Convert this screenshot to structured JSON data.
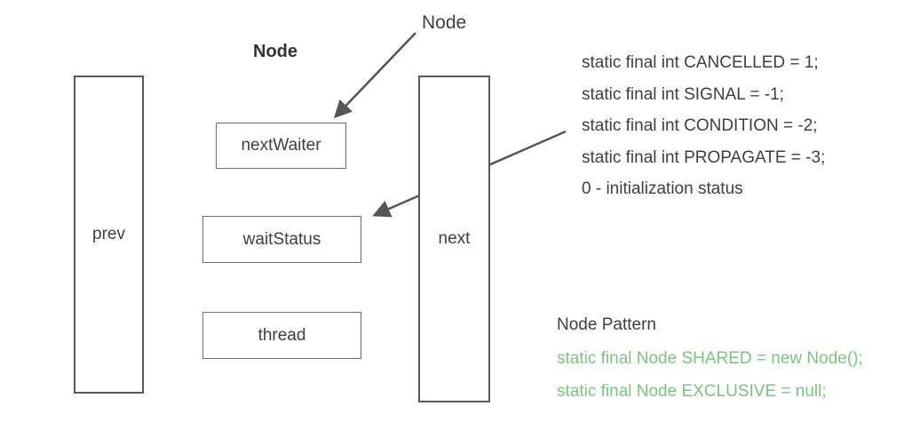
{
  "diagram": {
    "title": "Node",
    "pointer_label": "Node",
    "left_rect": {
      "label": "prev"
    },
    "right_rect": {
      "label": "next"
    },
    "fields": [
      {
        "label": "nextWaiter"
      },
      {
        "label": "waitStatus"
      },
      {
        "label": "thread"
      }
    ],
    "wait_status_notes": [
      "static final int CANCELLED = 1;",
      "static final int SIGNAL = -1;",
      "static final int CONDITION = -2;",
      "static final int PROPAGATE = -3;",
      "0 - initialization status"
    ],
    "node_pattern": {
      "heading": "Node Pattern",
      "lines": [
        "static final Node SHARED = new Node();",
        "static final Node EXCLUSIVE = null;"
      ]
    },
    "colors": {
      "text": "#3f3f3f",
      "arrow_line": "#555555",
      "pattern_green": "#79c67f",
      "box_border": "#6e6e6e",
      "tall_rect_border": "#595959"
    }
  }
}
